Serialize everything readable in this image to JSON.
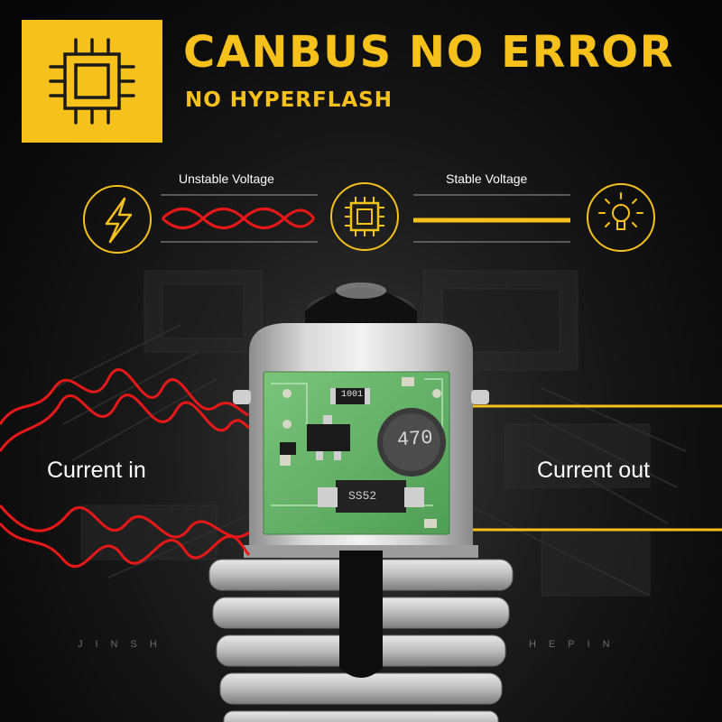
{
  "banner": {
    "headline": "CANBUS NO ERROR",
    "subhead": "NO HYPERFLASH"
  },
  "diagram": {
    "left_label": "Unstable Voltage",
    "right_label": "Stable Voltage",
    "icons": [
      "lightning-icon",
      "chip-icon",
      "lightbulb-icon"
    ]
  },
  "labels": {
    "current_in": "Current in",
    "current_out": "Current out"
  },
  "pcb": {
    "resistor_code": "1001",
    "inductor_code": "470",
    "diode_code": "SS52"
  },
  "watermark": {
    "left": "JINSH",
    "right": "HEPIN"
  },
  "colors": {
    "accent": "#f6c11b",
    "wave_red": "#e81818",
    "background": "#0b0b0b"
  }
}
